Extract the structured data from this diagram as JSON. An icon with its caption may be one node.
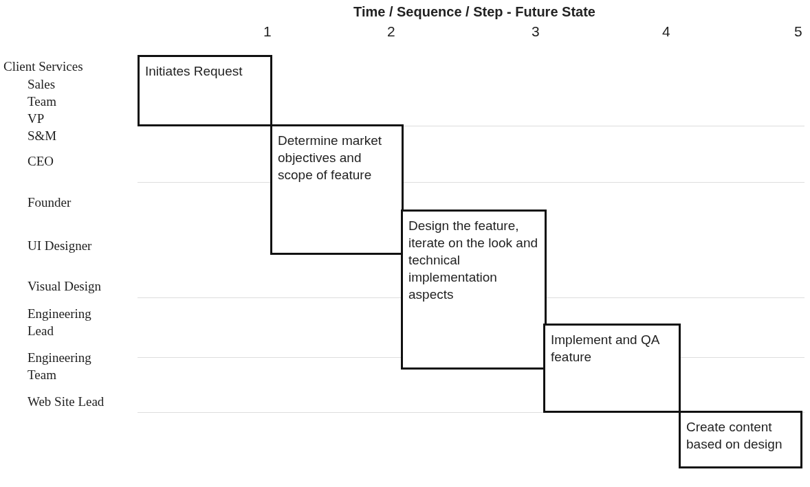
{
  "diagram": {
    "title": "Time / Sequence / Step - Future State",
    "nodes": [
      {
        "text": [
          "Initiates Request"
        ]
      },
      {
        "text": [
          "Determine market objectives and scope of feature"
        ]
      },
      {
        "text": [
          "Design the feature, iterate on the look and technical implementation aspects"
        ]
      },
      {
        "text": [
          "Implement and QA feature"
        ]
      },
      {
        "text": [
          "Create content based on design"
        ]
      }
    ],
    "labels": [
      "1",
      "2",
      "3",
      "4",
      "5",
      "Client Services",
      "Sales Team",
      "VP S&M",
      "CEO",
      "Founder",
      "UI Designer",
      "Visual Design",
      "Engineering Lead",
      "Engineering Team",
      "Web Site Lead"
    ]
  }
}
